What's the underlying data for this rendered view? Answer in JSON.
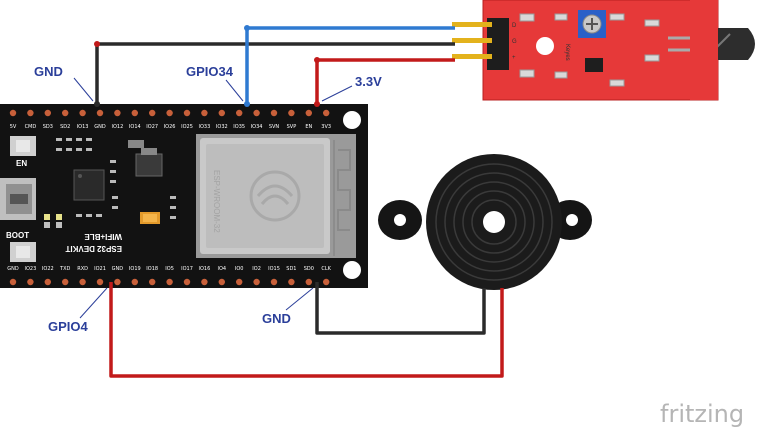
{
  "labels": {
    "gnd_top": "GND",
    "gpio34": "GPIO34",
    "v33": "3.3V",
    "gpio4": "GPIO4",
    "gnd_bottom": "GND"
  },
  "board": {
    "name": "ESP32 DEVKIT",
    "subtitle": "WIFI+BLE",
    "btn_en": "EN",
    "btn_boot": "BOOT",
    "module_text": "ESP-WROOM-32",
    "top_pins": [
      "5V",
      "CMD",
      "SD3",
      "SD2",
      "IO13",
      "GND",
      "IO12",
      "IO14",
      "IO27",
      "IO26",
      "IO25",
      "IO33",
      "IO32",
      "IO35",
      "IO34",
      "SVN",
      "SVP",
      "EN",
      "3V3"
    ],
    "bottom_pins": [
      "CLK",
      "SD0",
      "SD1",
      "IO15",
      "IO2",
      "IO0",
      "IO4",
      "IO16",
      "IO17",
      "IO5",
      "IO18",
      "IO19",
      "GND",
      "IO21",
      "RXD",
      "TXD",
      "IO22",
      "IO23",
      "GND"
    ]
  },
  "sensor": {
    "module_label": "Keyes",
    "pin_labels": [
      "D",
      "G",
      "+"
    ]
  },
  "wire_colors": {
    "black": "#2b2b2b",
    "blue": "#2f7ad1",
    "red": "#c21a1a",
    "yellow": "#f0c020"
  },
  "watermark": "fritzing"
}
